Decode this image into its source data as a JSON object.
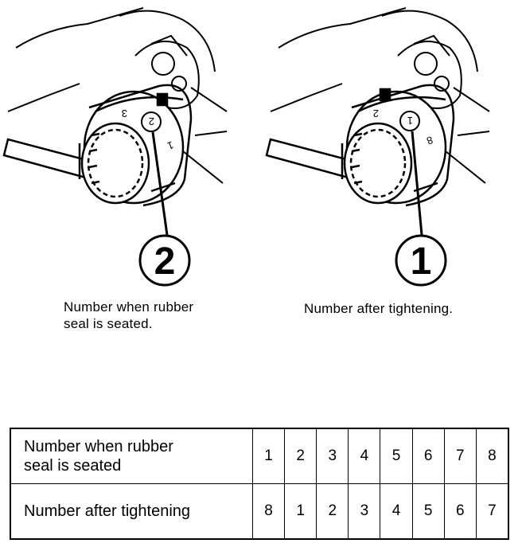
{
  "callouts": {
    "left": "2",
    "right": "1"
  },
  "dial": {
    "left_marks": [
      "3",
      "2",
      "1"
    ],
    "right_marks": [
      "2",
      "1",
      "8"
    ]
  },
  "captions": {
    "left_line1": "Number when rubber",
    "left_line2": "seal is seated.",
    "right": "Number after tightening."
  },
  "table": {
    "row1_label_line1": "Number when rubber",
    "row1_label_line2": "seal is seated",
    "row2_label": "Number after tightening",
    "row1_values": [
      "1",
      "2",
      "3",
      "4",
      "5",
      "6",
      "7",
      "8"
    ],
    "row2_values": [
      "8",
      "1",
      "2",
      "3",
      "4",
      "5",
      "6",
      "7"
    ]
  }
}
